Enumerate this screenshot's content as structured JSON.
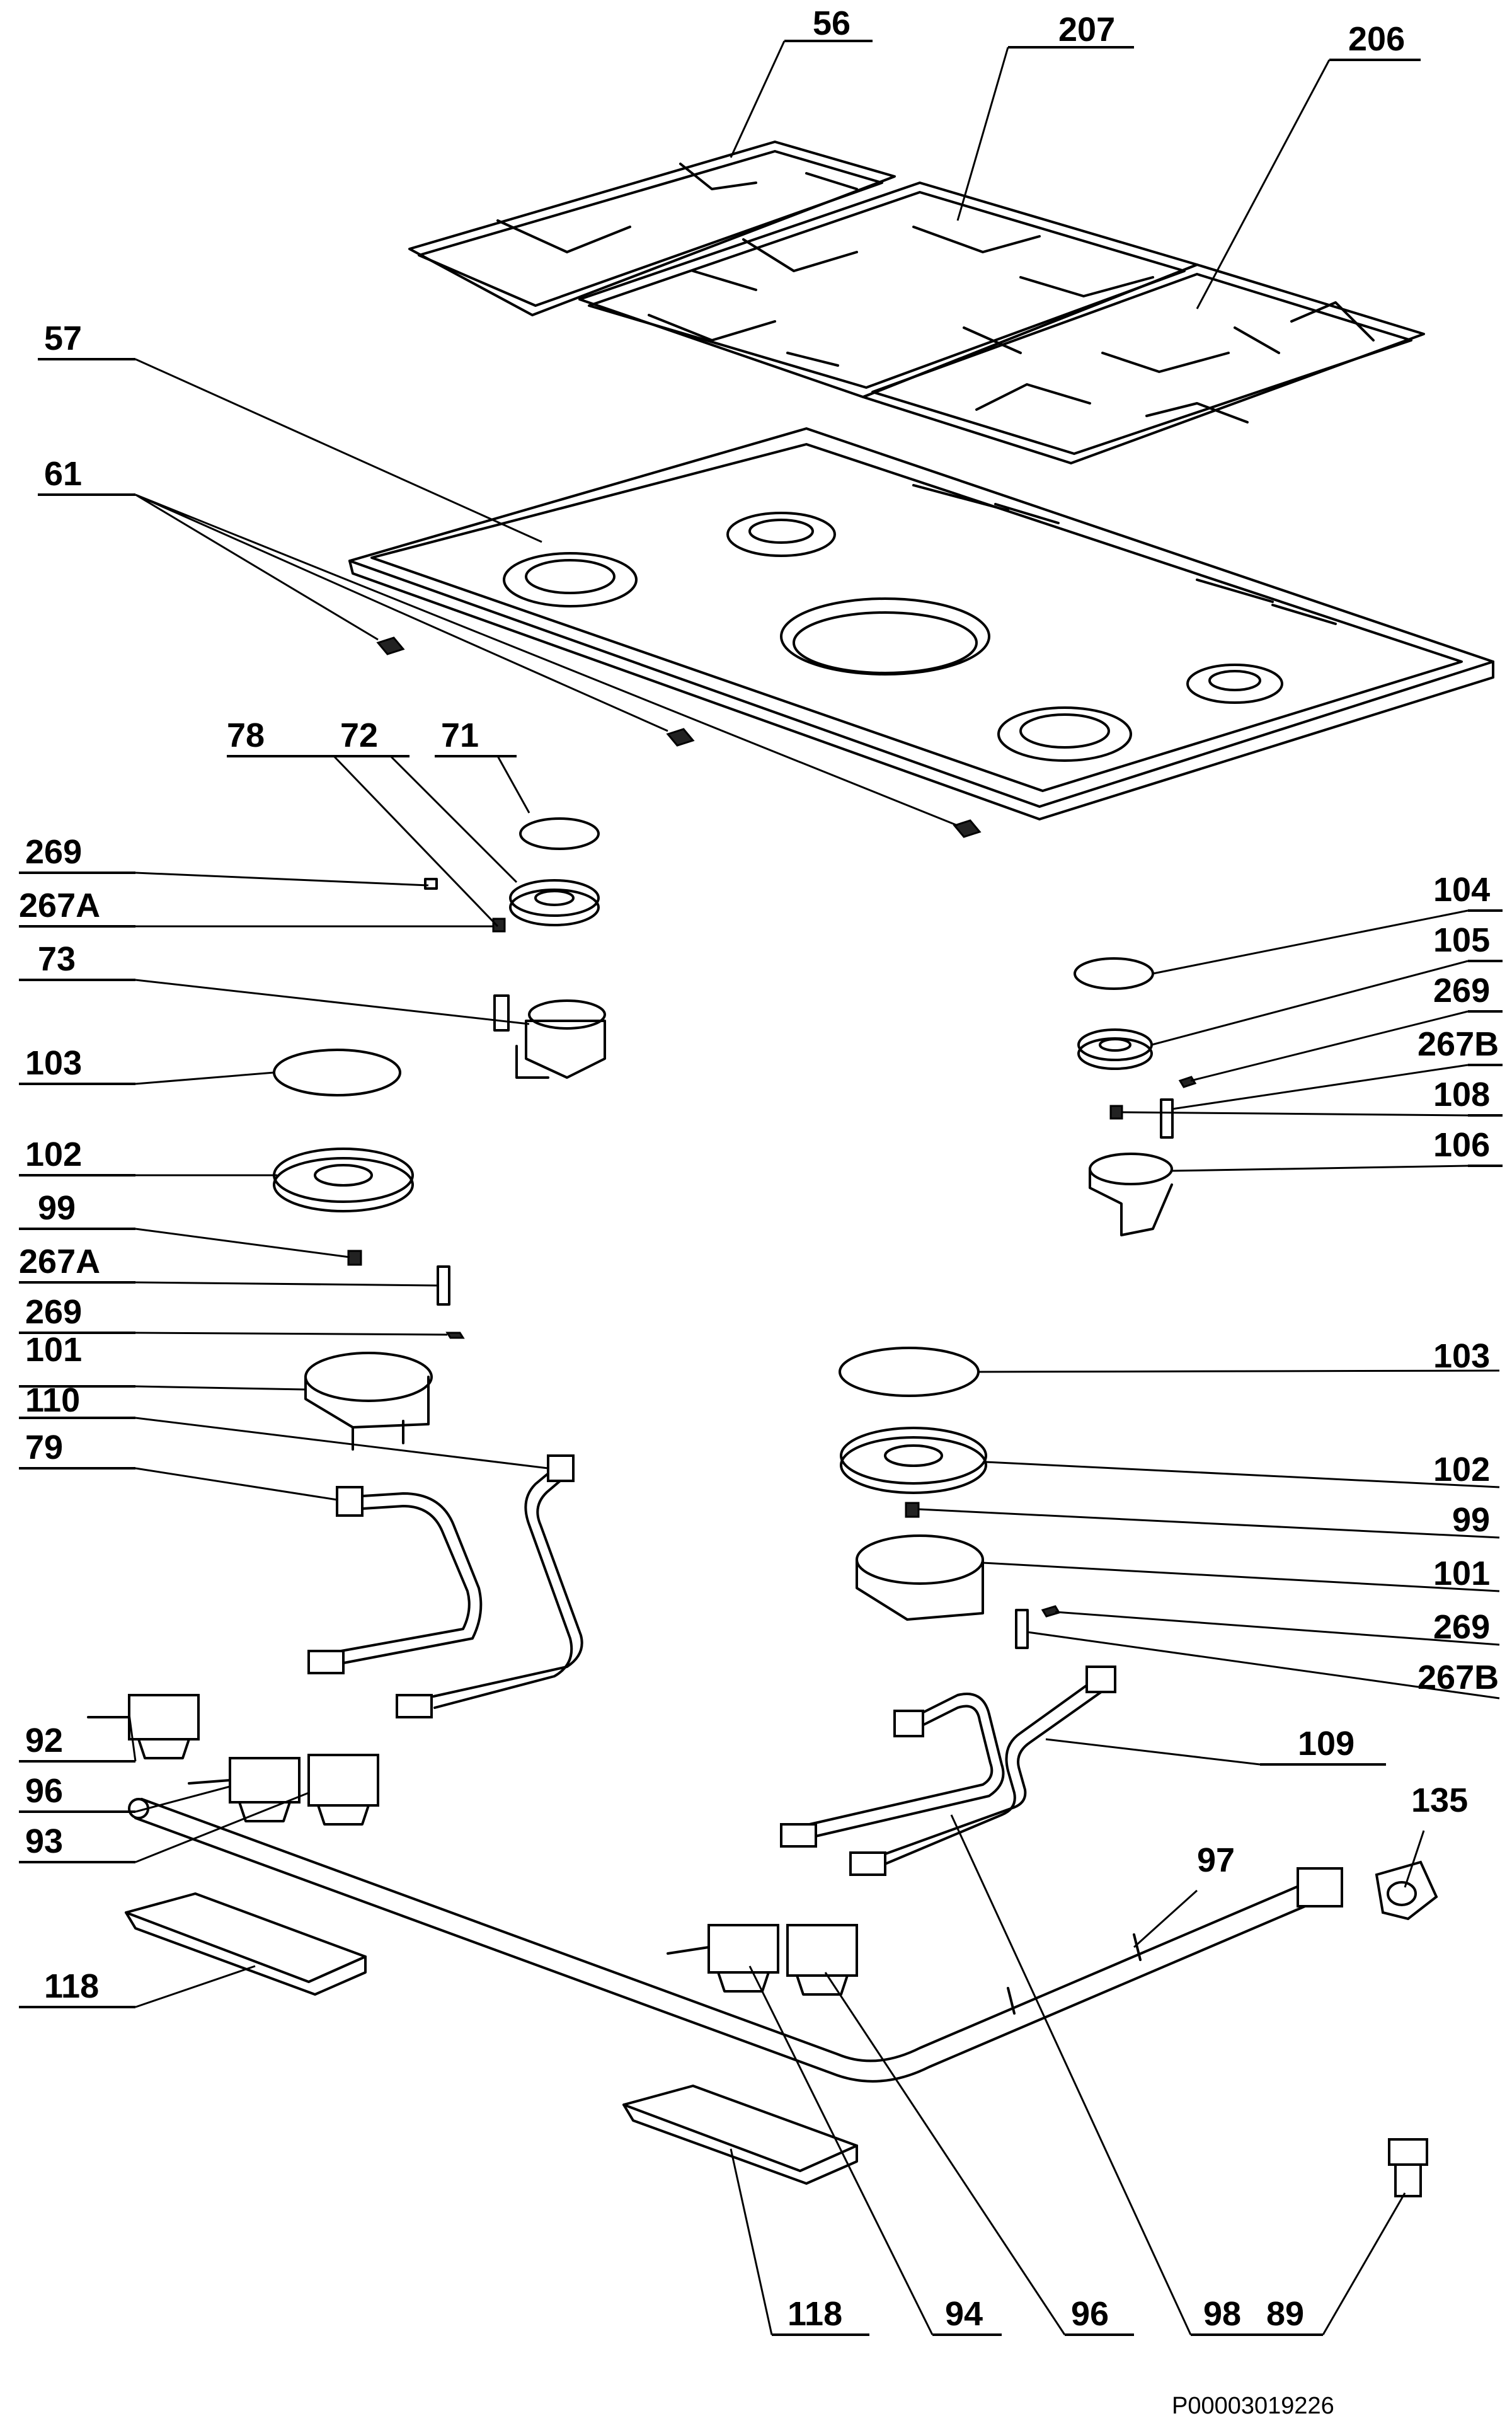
{
  "labels": {
    "l56": "56",
    "l207": "207",
    "l206": "206",
    "l57": "57",
    "l61": "61",
    "l78": "78",
    "l72": "72",
    "l71": "71",
    "l269a": "269",
    "l267a1": "267A",
    "l73": "73",
    "l103a": "103",
    "l102a": "102",
    "l99a": "99",
    "l267a2": "267A",
    "l269b": "269",
    "l101a": "101",
    "l110": "110",
    "l79": "79",
    "l104": "104",
    "l105": "105",
    "l269c": "269",
    "l267b1": "267B",
    "l108": "108",
    "l106": "106",
    "l103b": "103",
    "l102b": "102",
    "l99b": "99",
    "l101b": "101",
    "l269d": "269",
    "l267b2": "267B",
    "l92": "92",
    "l96a": "96",
    "l93": "93",
    "l109": "109",
    "l135": "135",
    "l97": "97",
    "l118a": "118",
    "l118b": "118",
    "l94": "94",
    "l96b": "96",
    "l98": "98",
    "l89": "89"
  },
  "reference_code": "P00003019226"
}
